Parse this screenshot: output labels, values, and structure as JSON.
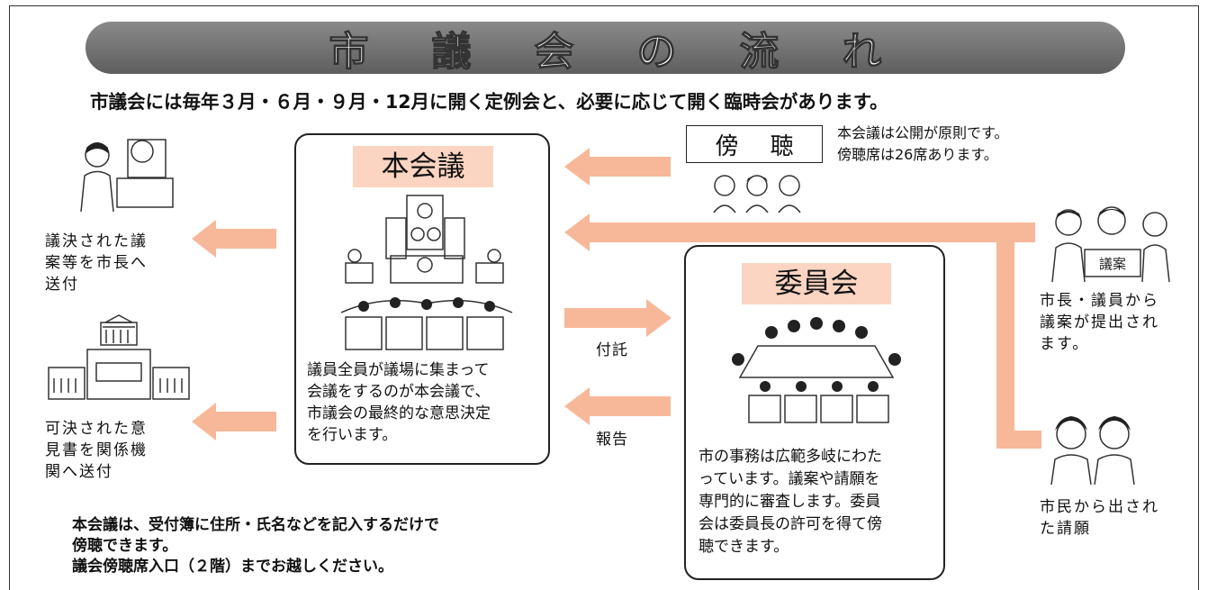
{
  "banner": {
    "title": "市議会の流れ"
  },
  "subtitle": "市議会には毎年３月・６月・９月・12月に開く定例会と、必要に応じて開く臨時会があります。",
  "honkaigi": {
    "title": "本会議",
    "desc": "議員全員が議場に集まって\n会議をするのが本会議で、\n市議会の最終的な意思決定\nを行います。"
  },
  "iinkai": {
    "title": "委員会",
    "desc": "市の事務は広範多岐にわた\nっています。議案や請願を\n専門的に審査します。委員\n会は委員長の許可を得て傍\n聴できます。"
  },
  "bocho": {
    "label_1": "傍",
    "label_2": "聴",
    "note": "本会議は公開が原則です。\n傍聴席は26席あります。"
  },
  "left": {
    "sent_to_mayor": "議決された議\n案等を市長へ\n送付",
    "sent_opinion": "可決された意\n見書を関係機\n関へ送付"
  },
  "right": {
    "proposal": "市長・議員から\n議案が提出され\nます。",
    "petition": "市民から出され\nた請願",
    "gian_label": "議案"
  },
  "flows": {
    "futaku": "付託",
    "hokoku": "報告"
  },
  "notice": {
    "line1": "本会議は、受付簿に住所・氏名などを記入するだけで",
    "line2": "傍聴できます。",
    "line3": "議会傍聴席入口（２階）までお越しください。"
  },
  "colors": {
    "arrow": "#f7b899",
    "title_bg": "#fbd5c1",
    "banner": "#6e6e6e"
  }
}
